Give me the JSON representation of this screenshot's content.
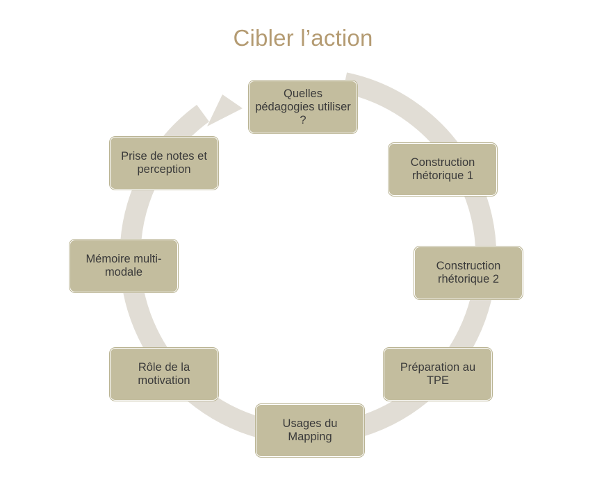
{
  "title": "Cibler l’action",
  "colors": {
    "title": "#b49b72",
    "node_fill": "#c3bd9e",
    "ring": "#e1ddd5",
    "text": "#3a3a3a"
  },
  "cycle": {
    "direction": "clockwise",
    "nodes": [
      {
        "id": "n1",
        "label": "Quelles pédagogies utiliser ?"
      },
      {
        "id": "n2",
        "label": "Construction rhétorique 1"
      },
      {
        "id": "n3",
        "label": "Construction rhétorique 2"
      },
      {
        "id": "n4",
        "label": "Préparation au TPE"
      },
      {
        "id": "n5",
        "label": "Usages du Mapping"
      },
      {
        "id": "n6",
        "label": "Rôle de la motivation"
      },
      {
        "id": "n7",
        "label": "Mémoire multi-modale"
      },
      {
        "id": "n8",
        "label": "Prise de notes et perception"
      }
    ]
  }
}
